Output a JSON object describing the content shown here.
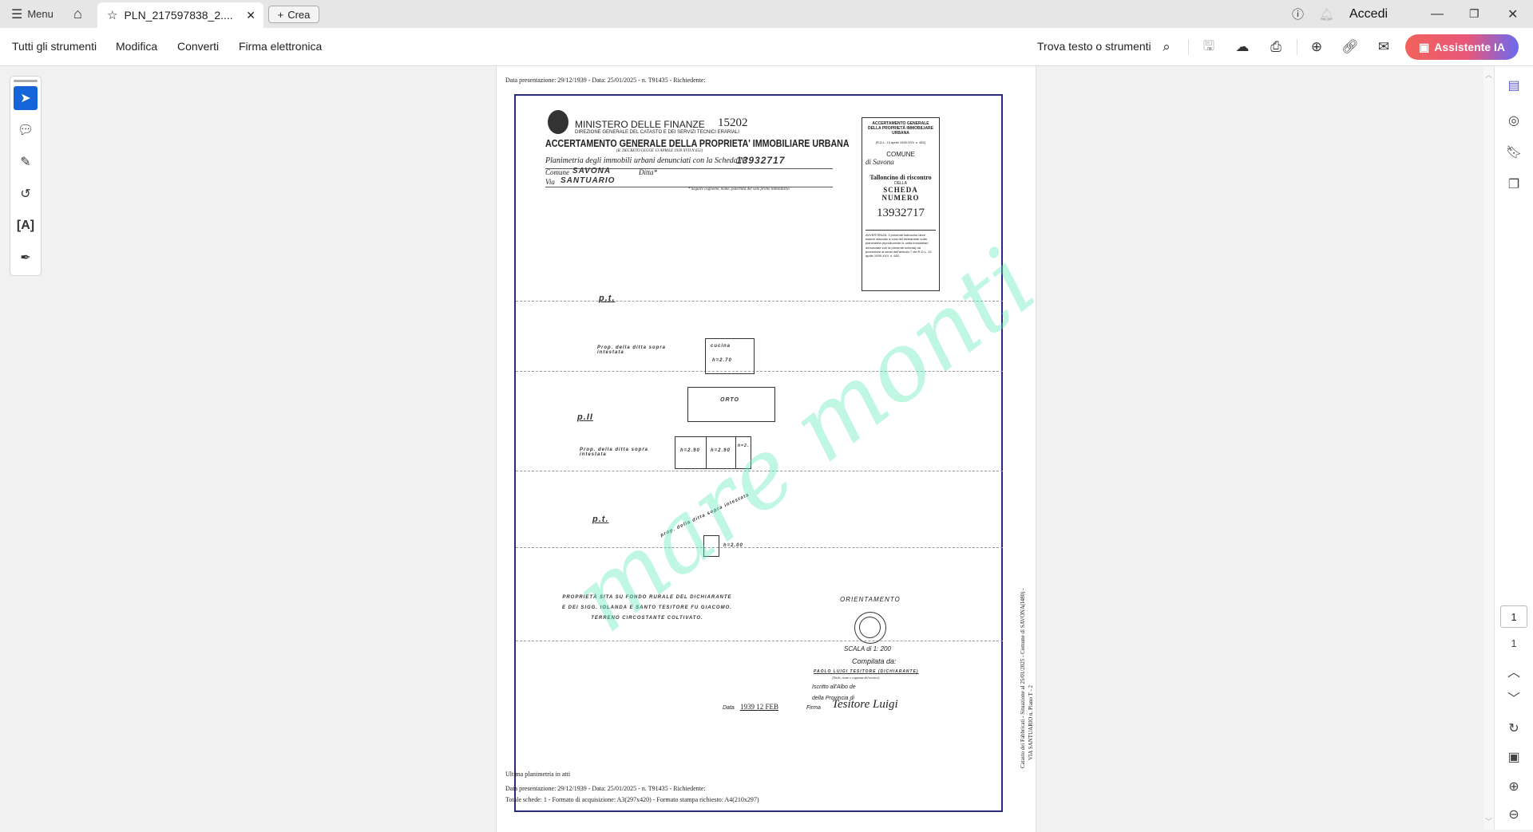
{
  "titlebar": {
    "menu_label": "Menu",
    "tab_title": "PLN_217597838_2....",
    "new_label": "Crea",
    "signin": "Accedi"
  },
  "toolbar": {
    "items": [
      "Tutti gli strumenti",
      "Modifica",
      "Converti",
      "Firma elettronica"
    ],
    "search_label": "Trova testo o strumenti",
    "ai_label": "Assistente IA",
    "ai_colors": [
      "#f2625a",
      "#6a6af0"
    ]
  },
  "page_nav": {
    "current": "1",
    "total": "1"
  },
  "document": {
    "header_top": "Data presentazione: 29/12/1939 - Data: 25/01/2025 - n. T91435 - Richiedente: ",
    "ministry": "MINISTERO DELLE FINANZE",
    "number": "15202",
    "direction": "DIREZIONE GENERALE DEL CATASTO E DEI SERVIZI TECNICI ERARIALI",
    "title": "ACCERTAMENTO GENERALE DELLA PROPRIETA' IMMOBILIARE URBANA",
    "decree": "(R. DECRETO LEGGE 13 APRILE 1939 XVII N.652)",
    "planimetria": "Planimetria degli immobili urbani denunciati con la Scheda N°",
    "scheda_no": "13932717",
    "comune_label": "Comune",
    "comune": "SAVONA",
    "ditta_label": "Ditta*",
    "via_label": "Via",
    "via": "SANTUARIO",
    "note": "* Seguire cognome, nome, paternità del solo primo intestatario",
    "stamp": {
      "head": "ACCERTAMENTO GENERALE DELLA PROPRIETÀ IMMOBILIARE URBANA",
      "law": "(R.D.L. 13 aprile 1939-XVII, n. 652)",
      "comune": "COMUNE",
      "di": "di",
      "city": "Savona",
      "tall": "Talloncino di riscontro",
      "della": "DELLA",
      "scheda": "SCHEDA NUMERO",
      "num": "13932717",
      "warning": "AVVERTENZA: Il presente talloncino deve essere staccato a cura del dichiarante sulla planimetria (riproducente le unità immobiliari denunciate con la presente scheda) da presentare ai sensi dell'articolo 7 del R.D.L. 13 aprile 1939-XVII, n. 652."
    },
    "floors": [
      "p.t.",
      "p.II",
      "p.t."
    ],
    "prop_ditta": "Prop. della ditta sopra intestata",
    "rooms": {
      "cucina": "cucina",
      "h1": "h=2.70",
      "orto": "ORTO",
      "h2": "h=2.90",
      "h3": "h=2.90",
      "h4": "h=2.",
      "h5": "h=2.00"
    },
    "arc": "prop. della ditta sopra intestata",
    "property_text": [
      "PROPRIETÀ SITA SU FONDO RURALE DEL DICHIARANTE",
      "E DEI SIGG. IOLANDA E SANTO TESITORE FU GIACOMO.",
      "TERRENO CIRCOSTANTE COLTIVATO."
    ],
    "orientamento": "ORIENTAMENTO",
    "scala": "SCALA di 1: 200",
    "compilata": "Compilata da:",
    "tecnico": "PAOLO LUIGI TESITORE (DICHIARANTE)",
    "tecnico_hint": "(Titolo, nome e cognome del tecnico)",
    "iscritto": "Iscritto all'Albo de",
    "provincia": "della Provincia di",
    "data_label": "Data",
    "data_value": "1939 12 FEB",
    "firma_label": "Firma",
    "firma": "Tesitore Luigi",
    "side_text1": "Catasto dei Fabbricati - Situazione al 25/01/2025 - Comune di SAVONA(I480) -",
    "side_text2": "VIA SANTUARIO n.      Piano T - 2",
    "ultima": "Ultima planimetria in atti",
    "footer1": "Data presentazione: 29/12/1939 - Data: 25/01/2025 - n. T91435 - Richiedente:",
    "footer2": "Totale schede: 1 - Formato di acquisizione: A3(297x420) - Formato stampa richiesto: A4(210x297)",
    "watermark": "mare monti"
  }
}
